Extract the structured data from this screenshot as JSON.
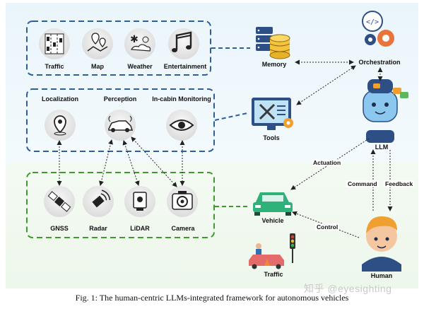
{
  "entertainment_group": {
    "traffic": "Traffic",
    "map": "Map",
    "weather": "Weather",
    "entertainment": "Entertainment"
  },
  "perception_group": {
    "localization": "Localization",
    "perception": "Perception",
    "in_cabin": "In-cabin Monitoring"
  },
  "sensor_group": {
    "gnss": "GNSS",
    "radar": "Radar",
    "lidar": "LiDAR",
    "camera": "Camera"
  },
  "nodes": {
    "memory": "Memory",
    "orchestration": "Orchestration",
    "tools": "Tools",
    "llm": "LLM",
    "vehicle": "Vehicle",
    "traffic": "Traffic",
    "human": "Human"
  },
  "edges": {
    "actuation": "Actuation",
    "command": "Command",
    "feedback": "Feedback",
    "control": "Control"
  },
  "caption": "Fig. 1: The human-centric LLMs-integrated framework for autonomous vehicles",
  "watermark": "知乎 @eyesighting",
  "colors": {
    "blue_dash": "#2e5f99",
    "green_dash": "#3f9a2e",
    "vehicle": "#2fb27a"
  }
}
